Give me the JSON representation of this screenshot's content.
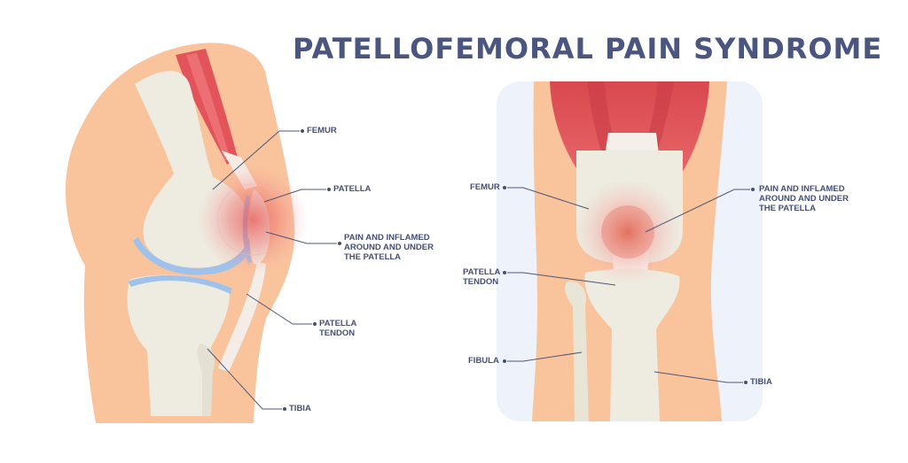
{
  "title": "PATELLOFEMORAL PAIN SYNDROME",
  "side_view": {
    "labels": {
      "femur": "FEMUR",
      "patella": "PATELLA",
      "pain_line1": "PAIN AND INFLAMED",
      "pain_line2": "AROUND AND UNDER",
      "pain_line3": "THE PATELLA",
      "tendon_line1": "PATELLA",
      "tendon_line2": "TENDON",
      "tibia": "TIBIA"
    }
  },
  "front_view": {
    "labels": {
      "femur": "FEMUR",
      "pain_line1": "PAIN AND INFLAMED",
      "pain_line2": "AROUND AND UNDER",
      "pain_line3": "THE PATELLA",
      "tendon_line1": "PATELLA",
      "tendon_line2": "TENDON",
      "fibula": "FIBULA",
      "tibia": "TIBIA"
    }
  },
  "colors": {
    "title": "#4a5680",
    "skin": "#f9c39c",
    "bone": "#eeebe0",
    "muscle": "#e2545a",
    "cartilage": "#9ec2ec",
    "panel": "#eef3fb",
    "inflammation": "#e8504f"
  }
}
